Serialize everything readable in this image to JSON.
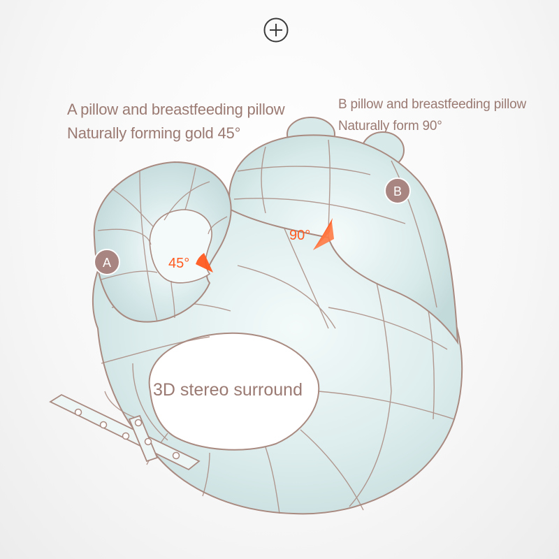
{
  "toolbar": {
    "zoom_icon": "zoom-plus-icon"
  },
  "captions": {
    "a_line1": "A pillow and breastfeeding pillow",
    "a_line2": "Naturally forming gold 45°",
    "b_line1": "B pillow and breastfeeding pillow",
    "b_line2": "Naturally form 90°"
  },
  "markers": {
    "a": "A",
    "b": "B"
  },
  "angles": {
    "a": "45°",
    "b": "90°"
  },
  "center_label": "3D stereo surround",
  "colors": {
    "pillow_fill": "#dcecec",
    "pillow_stroke": "#a98a80",
    "marker_fill": "#a88580",
    "angle_accent": "#ff5a1f",
    "caption_text": "#9a7a72"
  }
}
